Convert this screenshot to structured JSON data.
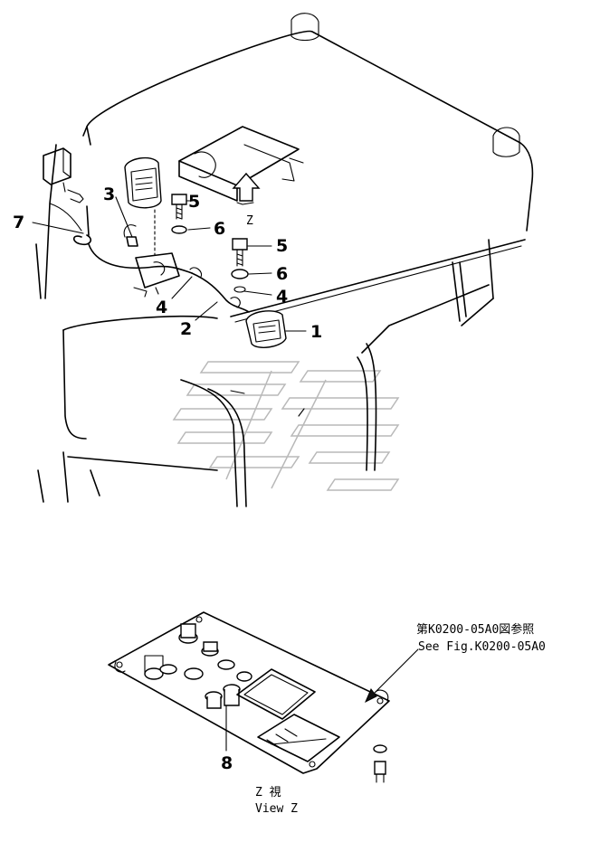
{
  "callouts": {
    "c1": "1",
    "c2": "2",
    "c3": "3",
    "c4a": "4",
    "c4b": "4",
    "c5a": "5",
    "c5b": "5",
    "c6a": "6",
    "c6b": "6",
    "c7": "7",
    "c8": "8"
  },
  "view_marker": "Z",
  "reference": {
    "jp": "第K0200-05A0図参照",
    "en": "See Fig.K0200-05A0"
  },
  "view_caption": {
    "jp": "Z 視",
    "en": "View Z"
  }
}
